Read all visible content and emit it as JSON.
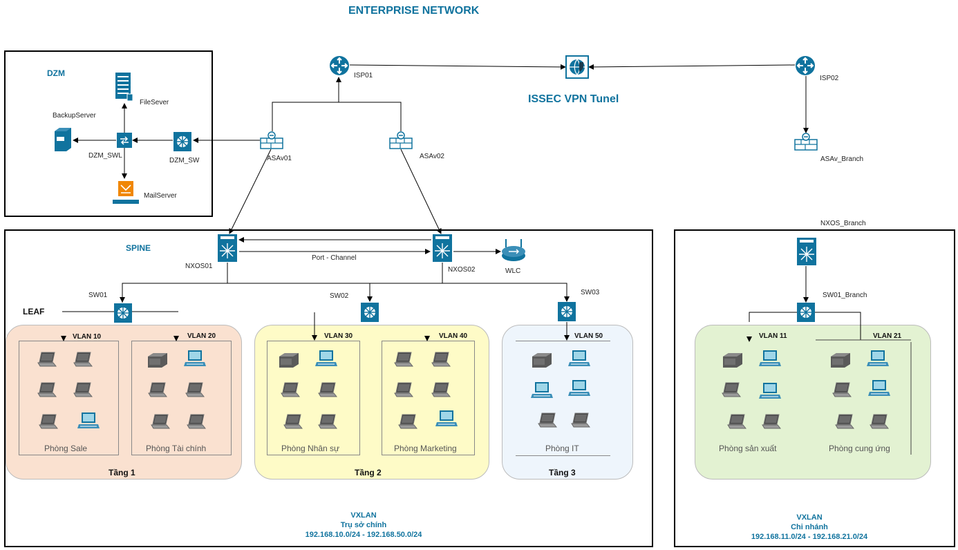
{
  "title": "ENTERPRISE NETWORK",
  "vpn_label": "ISSEC VPN Tunel",
  "dzm": {
    "title": "DZM",
    "fileserver": "FileSever",
    "backupserver": "BackupServer",
    "swl": "DZM_SWL",
    "sw": "DZM_SW",
    "mailserver": "MailServer"
  },
  "devices": {
    "isp01": "ISP01",
    "isp02": "ISP02",
    "asav01": "ASAv01",
    "asav02": "ASAv02",
    "asav_branch": "ASAv_Branch",
    "nxos01": "NXOS01",
    "nxos02": "NXOS02",
    "port_channel": "Port - Channel",
    "wlc": "WLC",
    "sw01": "SW01",
    "sw02": "SW02",
    "sw03": "SW03",
    "nxos_branch": "NXOS_Branch",
    "sw01_branch": "SW01_Branch"
  },
  "main": {
    "spine": "SPINE",
    "leaf": "LEAF",
    "vxlan": "VXLAN",
    "site": "Trụ sở chính",
    "range": "192.168.10.0/24 - 192.168.50.0/24"
  },
  "branch": {
    "vxlan": "VXLAN",
    "site": "Chi nhánh",
    "range": "192.168.11.0/24 - 192.168.21.0/24"
  },
  "floors": [
    {
      "name": "Tầng 1",
      "color": "#FAE1D0"
    },
    {
      "name": "Tầng 2",
      "color": "#FEFBC7"
    },
    {
      "name": "Tầng 3",
      "color": "#EEF5FC"
    },
    {
      "name": "",
      "color": "#E3F2D2"
    }
  ],
  "rooms": [
    {
      "vlan": "VLAN 10",
      "name": "Phòng Sale"
    },
    {
      "vlan": "VLAN 20",
      "name": "Phòng Tài chính"
    },
    {
      "vlan": "VLAN 30",
      "name": "Phòng Nhân sự"
    },
    {
      "vlan": "VLAN 40",
      "name": "Phòng Marketing"
    },
    {
      "vlan": "VLAN 50",
      "name": "Phòng IT"
    },
    {
      "vlan": "VLAN 11",
      "name": "Phòng sản xuất"
    },
    {
      "vlan": "VLAN 21",
      "name": "Phòng cung ứng"
    }
  ],
  "colors": {
    "accent": "#10739E",
    "device": "#10739E",
    "mail": "#F08705"
  }
}
